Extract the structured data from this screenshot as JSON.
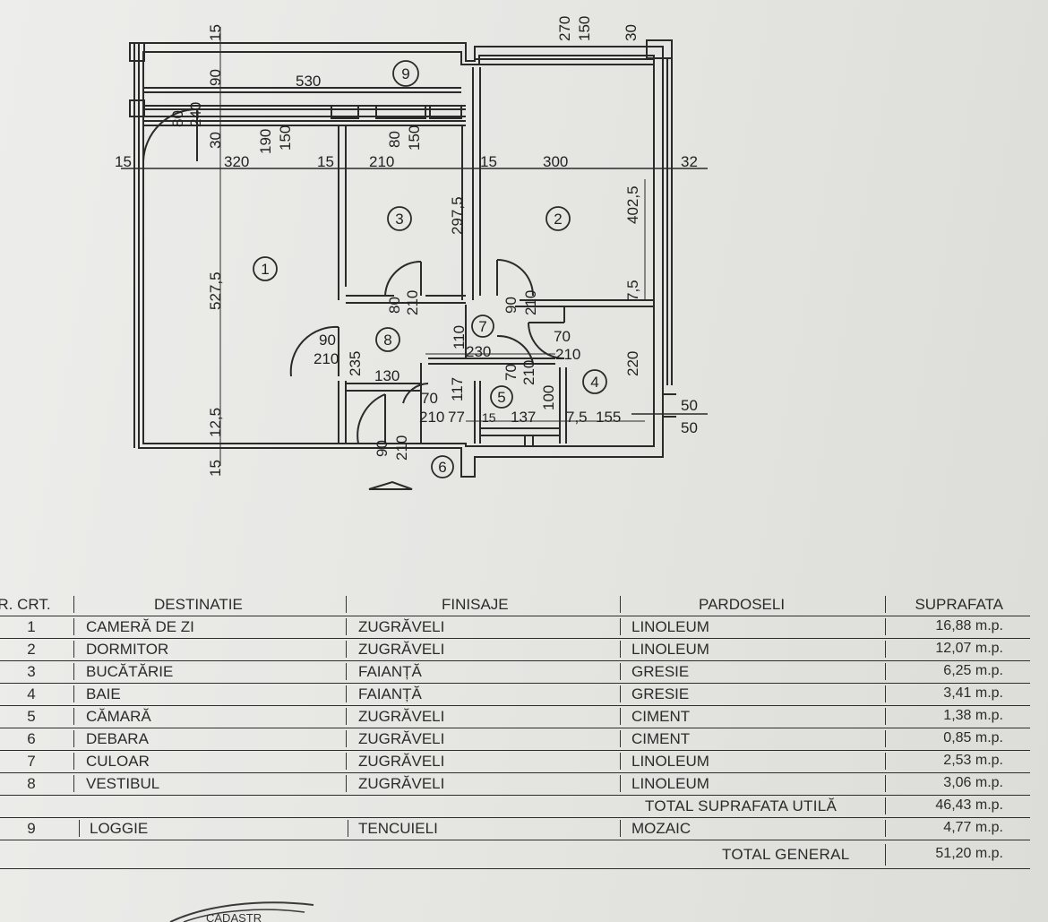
{
  "plan": {
    "dims": {
      "t15a": "15",
      "t90": "90",
      "t530": "530",
      "t80": "80",
      "t240": "240",
      "t30a": "30",
      "t190": "190",
      "t150a": "150",
      "t80b": "80",
      "t150b": "150",
      "t270": "270",
      "t150c": "150",
      "t30b": "30",
      "r15a": "15",
      "r320": "320",
      "r15b": "15",
      "r210": "210",
      "r15c": "15",
      "r300": "300",
      "r32": "32",
      "d297": "297,5",
      "d402": "402,5",
      "d527": "527,5",
      "d75a": "7,5",
      "dr80": "80",
      "dr210a": "210",
      "dr90": "90",
      "dr210b": "210",
      "d90b": "90",
      "d210c": "210",
      "d235": "235",
      "d110": "110",
      "d230": "230",
      "d70a": "70",
      "d210d": "210",
      "d220": "220",
      "d130": "130",
      "d117": "117",
      "d70b": "70",
      "d210e": "210",
      "d100": "100",
      "d70c": "70",
      "d210f": "210",
      "d77": "77",
      "d15": "15",
      "d137": "137",
      "d75b": "7,5",
      "d155": "155",
      "d50a": "50",
      "d50b": "50",
      "d125": "12,5",
      "d90c": "90",
      "d210g": "210",
      "b15": "15"
    },
    "rooms": {
      "r1": "1",
      "r2": "2",
      "r3": "3",
      "r4": "4",
      "r5": "5",
      "r6": "6",
      "r7": "7",
      "r8": "8",
      "r9": "9"
    }
  },
  "table": {
    "headers": [
      "R. CRT.",
      "DESTINATIE",
      "FINISAJE",
      "PARDOSELI",
      "SUPRAFATA"
    ],
    "rows": [
      {
        "nr": "1",
        "dest": "CAMERĂ DE ZI",
        "fin": "ZUGRĂVELI",
        "pard": "LINOLEUM",
        "supr": "16,88 m.p."
      },
      {
        "nr": "2",
        "dest": "DORMITOR",
        "fin": "ZUGRĂVELI",
        "pard": "LINOLEUM",
        "supr": "12,07 m.p."
      },
      {
        "nr": "3",
        "dest": "BUCĂTĂRIE",
        "fin": "FAIANȚĂ",
        "pard": "GRESIE",
        "supr": "6,25 m.p."
      },
      {
        "nr": "4",
        "dest": "BAIE",
        "fin": "FAIANȚĂ",
        "pard": "GRESIE",
        "supr": "3,41 m.p."
      },
      {
        "nr": "5",
        "dest": "CĂMARĂ",
        "fin": "ZUGRĂVELI",
        "pard": "CIMENT",
        "supr": "1,38 m.p."
      },
      {
        "nr": "6",
        "dest": "DEBARA",
        "fin": "ZUGRĂVELI",
        "pard": "CIMENT",
        "supr": "0,85 m.p."
      },
      {
        "nr": "7",
        "dest": "CULOAR",
        "fin": "ZUGRĂVELI",
        "pard": "LINOLEUM",
        "supr": "2,53 m.p."
      },
      {
        "nr": "8",
        "dest": "VESTIBUL",
        "fin": "ZUGRĂVELI",
        "pard": "LINOLEUM",
        "supr": "3,06 m.p."
      }
    ],
    "total_util_label": "TOTAL SUPRAFATA UTILĂ",
    "total_util_value": "46,43 m.p.",
    "loggia": {
      "nr": "9",
      "dest": "LOGGIE",
      "fin": "TENCUIELI",
      "pard": "MOZAIC",
      "supr": "4,77 m.p."
    },
    "total_general_label": "TOTAL GENERAL",
    "total_general_value": "51,20 m.p."
  },
  "stamp": {
    "text": "CADASTR"
  }
}
